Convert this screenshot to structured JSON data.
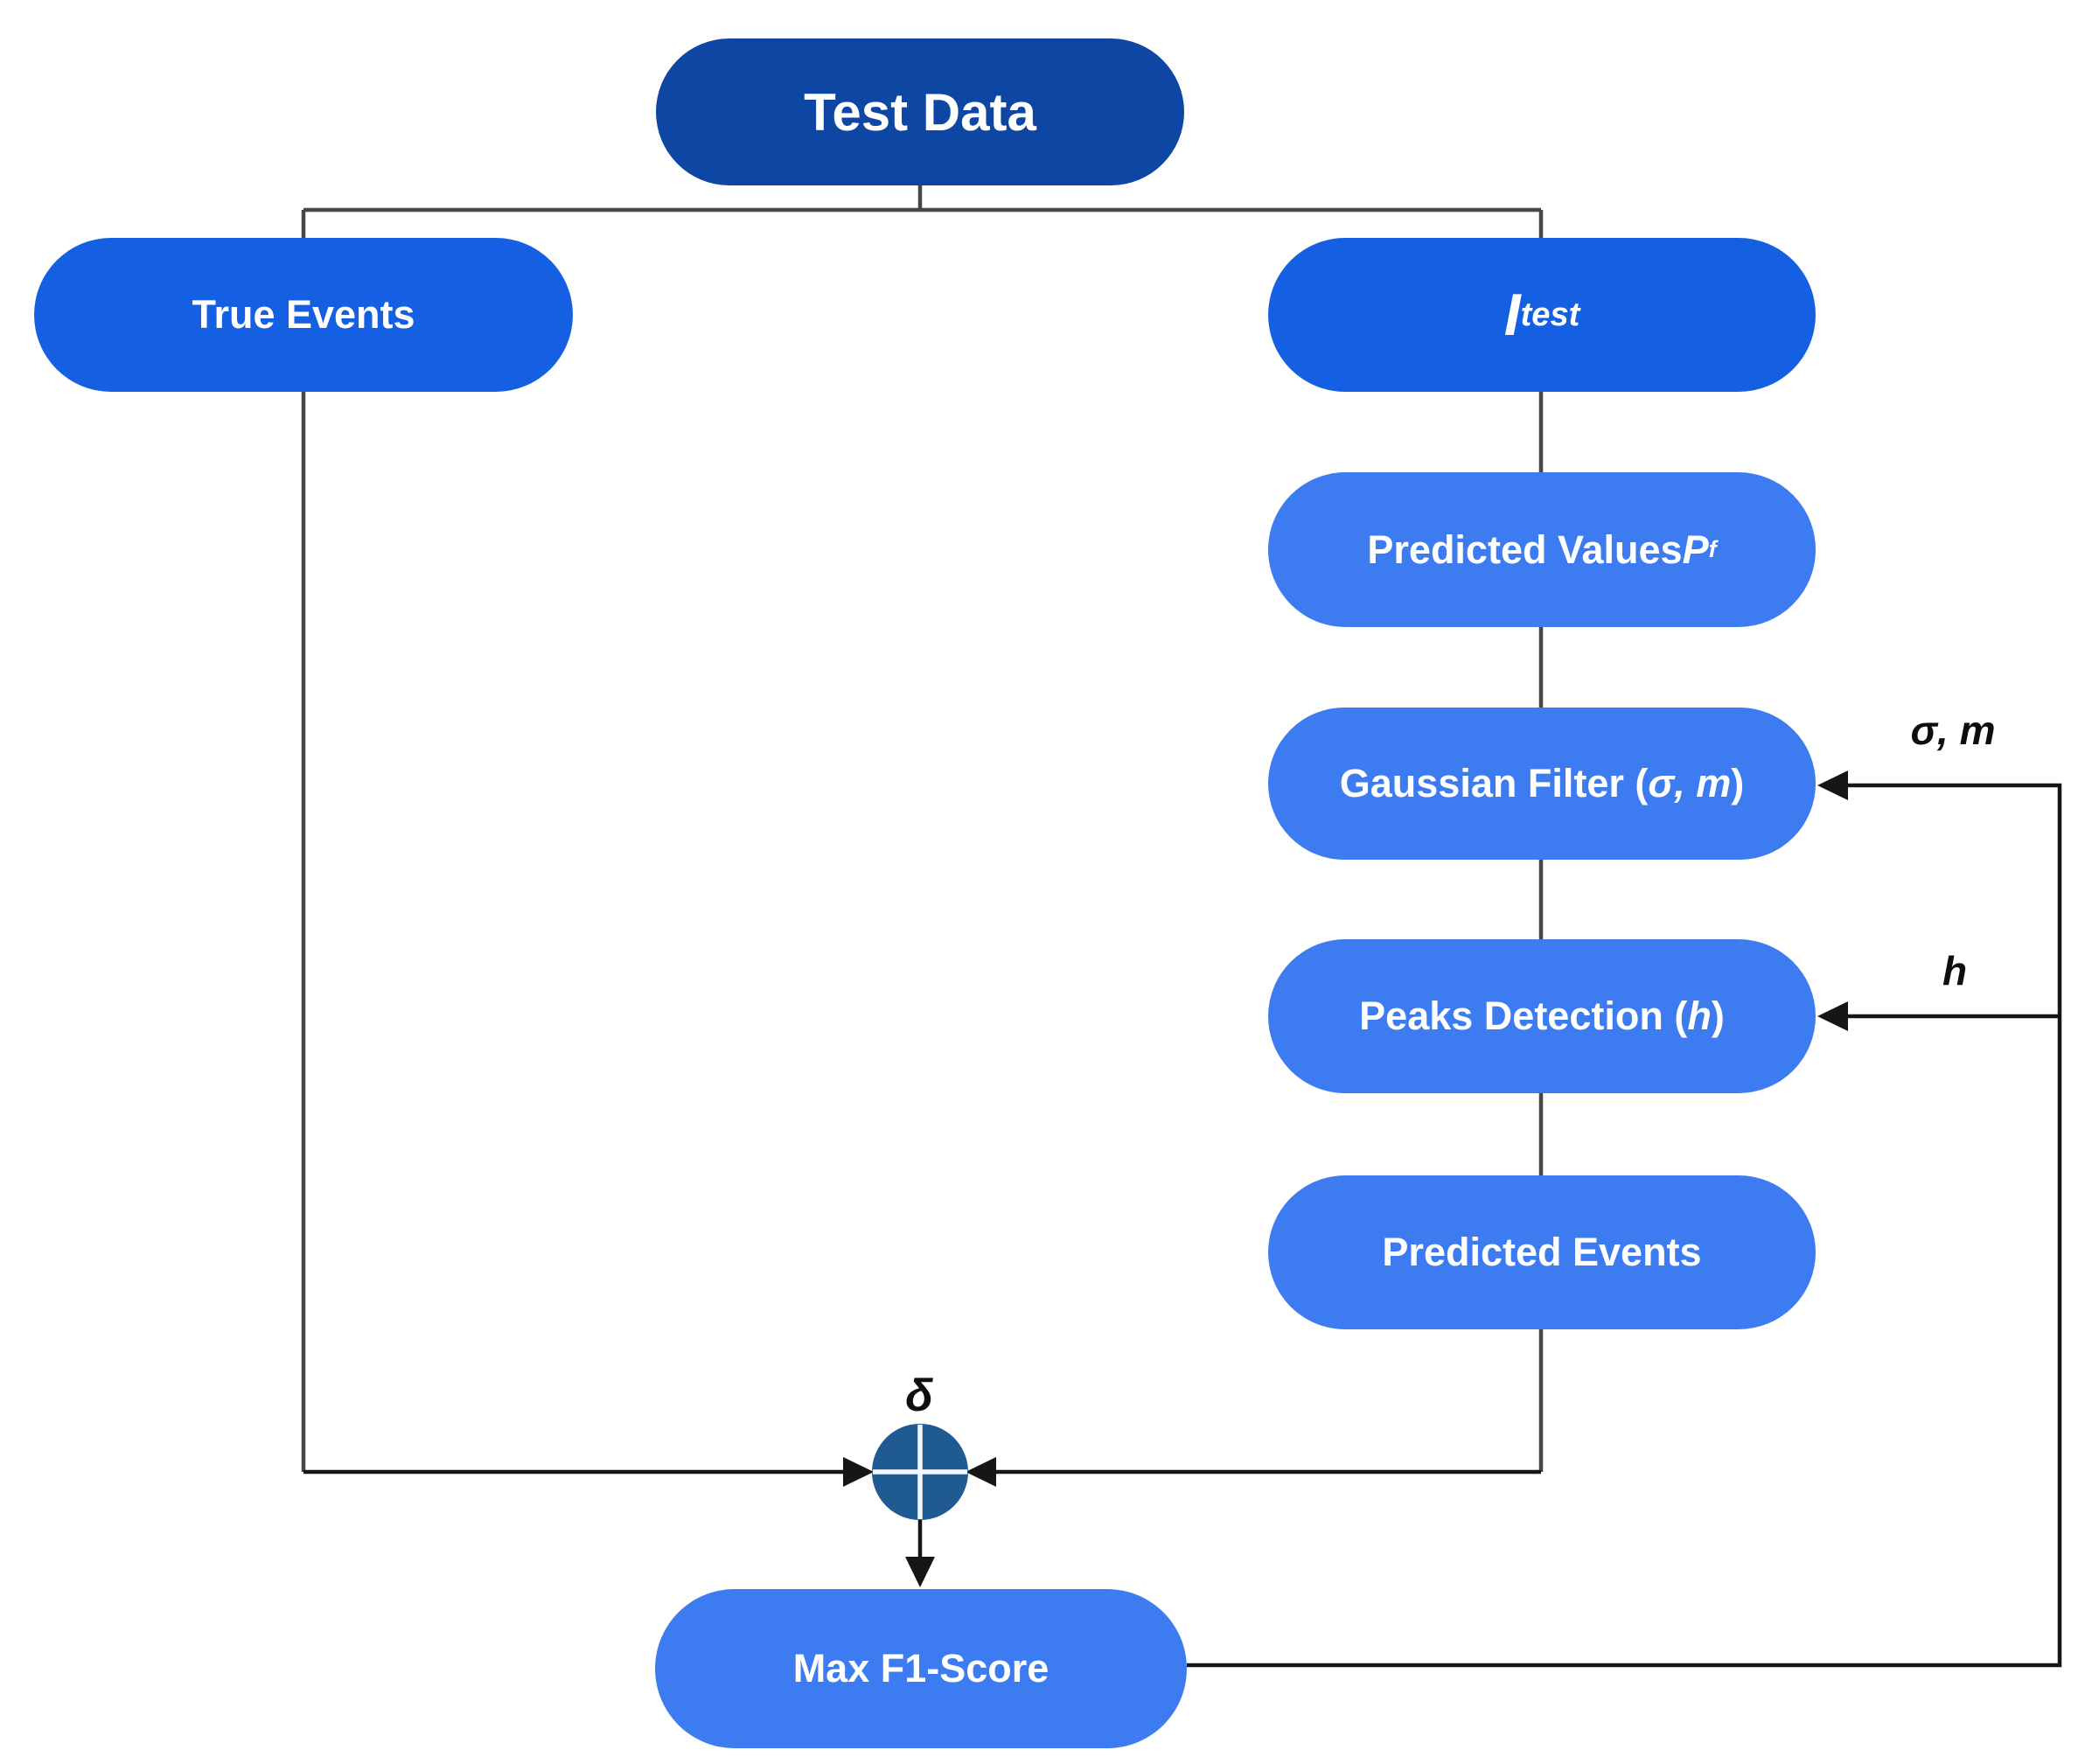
{
  "nodes": {
    "test_data": {
      "label": "Test Data"
    },
    "true_events": {
      "label": "True Events"
    },
    "i_test": {
      "base": "I",
      "sub": "test"
    },
    "predicted_values": {
      "prefix": "Predicted Values ",
      "var": "P",
      "sub": "f"
    },
    "gaussian_filter": {
      "prefix": "Gaussian Filter (",
      "var": "σ, m",
      "suffix": ")"
    },
    "peaks_detection": {
      "prefix": "Peaks Detection (",
      "var": "h",
      "suffix": ")"
    },
    "predicted_events": {
      "label": "Predicted Events"
    },
    "max_f1_score": {
      "label": "Max F1-Score"
    }
  },
  "annotations": {
    "sigma_m_feedback": "σ, m",
    "h_feedback": "h",
    "delta_junction": "δ"
  },
  "colors": {
    "dark_blue_node": "#0E46A3",
    "medium_blue_node": "#1560E2",
    "light_blue_node": "#3D7BF0",
    "junction_fill": "#1F5B92",
    "junction_cross": "#F2F6FB",
    "connector_gray": "#474747",
    "arrow_black": "#161616",
    "node_text": "#FFFFFF",
    "background": "#FFFFFF"
  }
}
